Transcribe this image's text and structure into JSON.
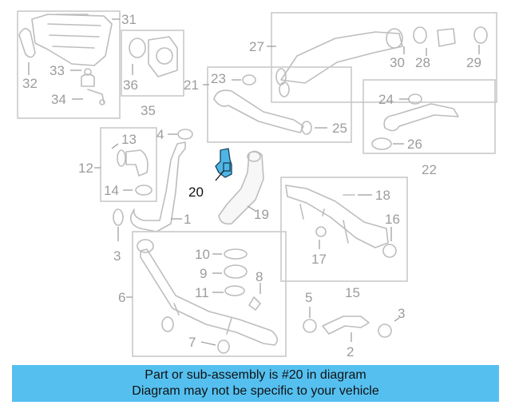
{
  "callouts": {
    "c1": "1",
    "c2": "2",
    "c3a": "3",
    "c3b": "3",
    "c4": "4",
    "c5": "5",
    "c6": "6",
    "c7": "7",
    "c8": "8",
    "c9": "9",
    "c10": "10",
    "c11": "11",
    "c12": "12",
    "c13": "13",
    "c14": "14",
    "c15": "15",
    "c16": "16",
    "c17": "17",
    "c18": "18",
    "c19": "19",
    "c20": "20",
    "c21": "21",
    "c22": "22",
    "c23": "23",
    "c24": "24",
    "c25": "25",
    "c26": "26",
    "c27": "27",
    "c28": "28",
    "c29": "29",
    "c30": "30",
    "c31": "31",
    "c32": "32",
    "c33": "33",
    "c34": "34",
    "c35": "35",
    "c36": "36"
  },
  "highlighted_part": "20",
  "colors": {
    "highlight": "#4fb6e3",
    "banner": "#55c0f0"
  },
  "banner": {
    "line1": "Part or sub-assembly is #20 in diagram",
    "line2": "Diagram may not be specific to your vehicle"
  }
}
